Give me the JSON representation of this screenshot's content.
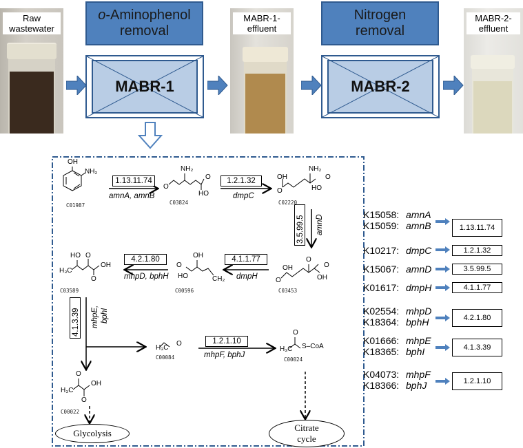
{
  "flow": {
    "photos": [
      {
        "label_line1": "Raw",
        "label_line2": "wastewater",
        "liquid_color": "#3a2a1e"
      },
      {
        "label_line1": "MABR-1-",
        "label_line2": "effluent",
        "liquid_color": "#b08a4e"
      },
      {
        "label_line1": "MABR-2-",
        "label_line2": "effluent",
        "liquid_color": "#dcd8bd"
      }
    ],
    "stages": [
      {
        "title_prefix": "o",
        "title_rest": "-Aminophenol",
        "title_line2": "removal",
        "reactor": "MABR-1"
      },
      {
        "title_prefix": "",
        "title_rest": "Nitrogen",
        "title_line2": "removal",
        "reactor": "MABR-2"
      }
    ],
    "colors": {
      "header_fill": "#4f81bd",
      "reactor_fill": "#b9cde5",
      "arrow_fill": "#4f81bd",
      "border": "#2f5a8f"
    }
  },
  "pathway": {
    "compounds": {
      "c01987": {
        "id": "C01987",
        "groups": [
          "OH",
          "NH₂"
        ]
      },
      "c03824": {
        "id": "C03824",
        "groups": [
          "NH₂",
          "O",
          "HO",
          "O"
        ]
      },
      "c02220": {
        "id": "C02220",
        "groups": [
          "NH₂",
          "OH",
          "O",
          "HO",
          "O"
        ]
      },
      "c03453": {
        "id": "C03453",
        "groups": [
          "O",
          "OH",
          "O",
          "OH",
          "O"
        ]
      },
      "c00596": {
        "id": "C00596",
        "groups": [
          "OH",
          "O",
          "HO",
          "CH₂"
        ]
      },
      "c03589": {
        "id": "C03589",
        "groups": [
          "HO",
          "O",
          "H₃C",
          "OH",
          "O"
        ]
      },
      "c00084": {
        "id": "C00084",
        "groups": [
          "H₃C",
          "O"
        ]
      },
      "c00024": {
        "id": "C00024",
        "groups": [
          "O",
          "H₃C",
          "S–CoA"
        ]
      },
      "c00022": {
        "id": "C00022",
        "groups": [
          "O",
          "H₃C",
          "OH",
          "O"
        ]
      }
    },
    "reactions": [
      {
        "ec": "1.13.11.74",
        "genes": "amnA, amnB"
      },
      {
        "ec": "1.2.1.32",
        "genes": "dmpC"
      },
      {
        "ec": "3.5.99.5",
        "genes": "amnD"
      },
      {
        "ec": "4.1.1.77",
        "genes": "dmpH"
      },
      {
        "ec": "4.2.1.80",
        "genes": "mhpD, bphH"
      },
      {
        "ec": "4.1.3.39",
        "genes_line1": "mhpE,",
        "genes_line2": "bphI"
      },
      {
        "ec": "1.2.1.10",
        "genes": "mhpF, bphJ"
      }
    ],
    "endpoints": {
      "glycolysis": "Glycolysis",
      "citrate_line1": "Citrate",
      "citrate_line2": "cycle"
    }
  },
  "legend": [
    {
      "entries": [
        {
          "ko": "K15058:",
          "gene": "amnA"
        },
        {
          "ko": "K15059:",
          "gene": "amnB"
        }
      ],
      "ec": "1.13.11.74"
    },
    {
      "entries": [
        {
          "ko": "K10217:",
          "gene": "dmpC"
        }
      ],
      "ec": "1.2.1.32"
    },
    {
      "entries": [
        {
          "ko": "K15067:",
          "gene": "amnD"
        }
      ],
      "ec": "3.5.99.5"
    },
    {
      "entries": [
        {
          "ko": "K01617:",
          "gene": "dmpH"
        }
      ],
      "ec": "4.1.1.77"
    },
    {
      "entries": [
        {
          "ko": "K02554:",
          "gene": "mhpD"
        },
        {
          "ko": "K18364:",
          "gene": "bphH"
        }
      ],
      "ec": "4.2.1.80"
    },
    {
      "entries": [
        {
          "ko": "K01666:",
          "gene": "mhpE"
        },
        {
          "ko": "K18365:",
          "gene": "bphI"
        }
      ],
      "ec": "4.1.3.39"
    },
    {
      "entries": [
        {
          "ko": "K04073:",
          "gene": "mhpF"
        },
        {
          "ko": "K18366:",
          "gene": "bphJ"
        }
      ],
      "ec": "1.2.1.10"
    }
  ]
}
